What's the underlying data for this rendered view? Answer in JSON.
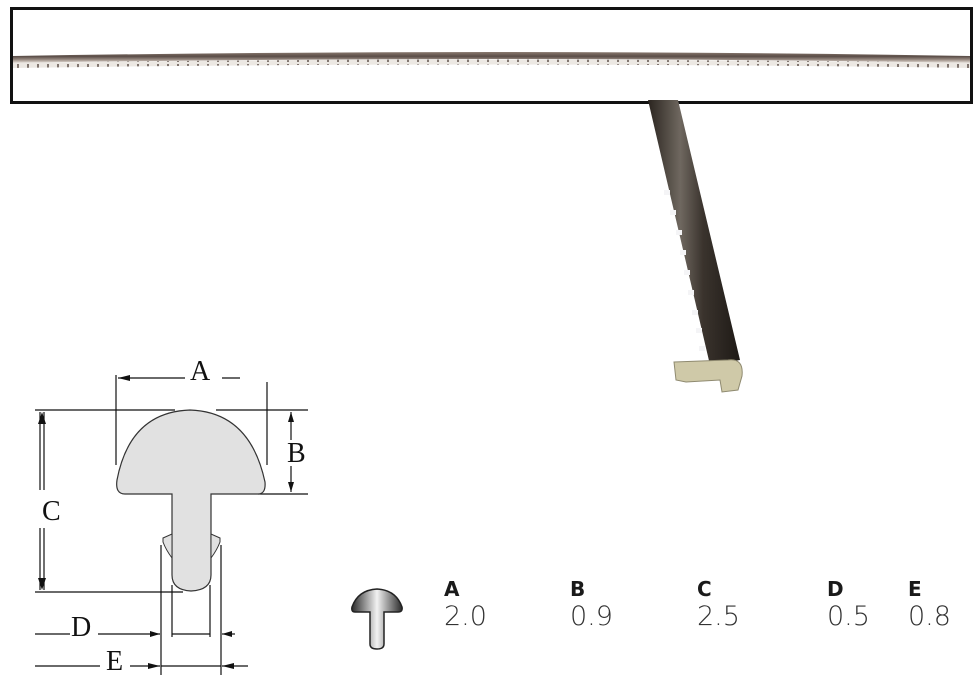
{
  "banner": {
    "description": "fret wire strip photo"
  },
  "photo": {
    "description": "fret wire close-up end view"
  },
  "diagram": {
    "labels": {
      "A": "A",
      "B": "B",
      "C": "C",
      "D": "D",
      "E": "E"
    },
    "fill_color": "#e1e1e1"
  },
  "spec_table": {
    "columns": [
      {
        "label": "A",
        "value": "2.0"
      },
      {
        "label": "B",
        "value": "0.9"
      },
      {
        "label": "C",
        "value": "2.5"
      },
      {
        "label": "D",
        "value": "0.5"
      },
      {
        "label": "E",
        "value": "0.8"
      }
    ]
  }
}
